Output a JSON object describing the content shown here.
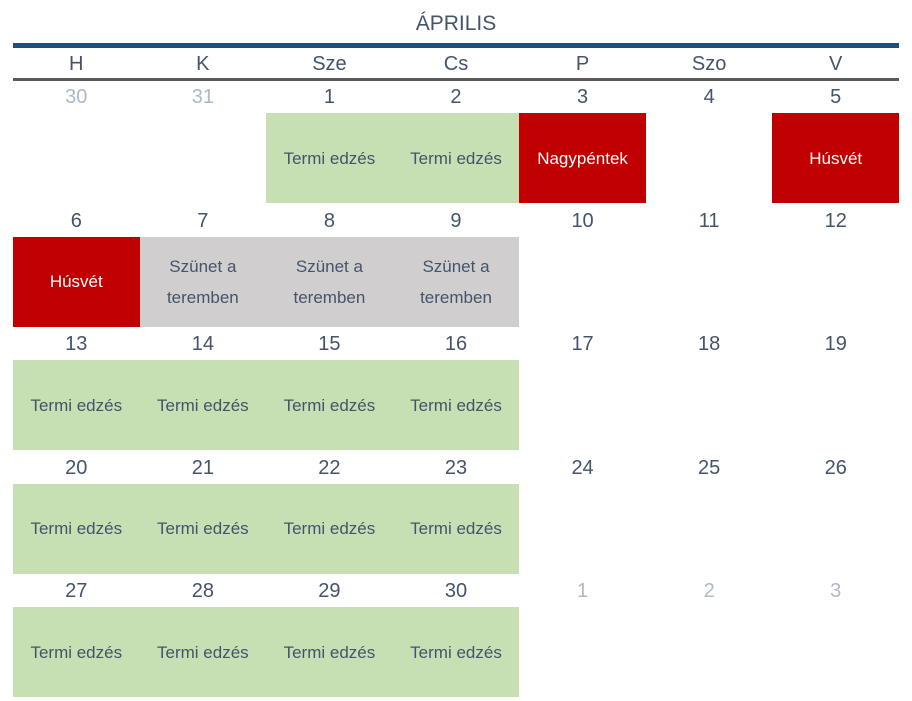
{
  "title": "ÁPRILIS",
  "weekdays": [
    "H",
    "K",
    "Sze",
    "Cs",
    "P",
    "Szo",
    "V"
  ],
  "colors": {
    "green": "#c6e0b4",
    "red": "#c00000",
    "grey": "#d0cece",
    "accent": "#1f4e79"
  },
  "weeks": [
    [
      {
        "num": "30",
        "muted": true,
        "event": "",
        "type": ""
      },
      {
        "num": "31",
        "muted": true,
        "event": "",
        "type": ""
      },
      {
        "num": "1",
        "event": "Termi edzés",
        "type": "green"
      },
      {
        "num": "2",
        "event": "Termi edzés",
        "type": "green"
      },
      {
        "num": "3",
        "event": "Nagypéntek",
        "type": "red"
      },
      {
        "num": "4",
        "event": "",
        "type": ""
      },
      {
        "num": "5",
        "event": "Húsvét",
        "type": "red"
      }
    ],
    [
      {
        "num": "6",
        "event": "Húsvét",
        "type": "red"
      },
      {
        "num": "7",
        "event": "Szünet a teremben",
        "type": "grey"
      },
      {
        "num": "8",
        "event": "Szünet a teremben",
        "type": "grey"
      },
      {
        "num": "9",
        "event": "Szünet a teremben",
        "type": "grey"
      },
      {
        "num": "10",
        "event": "",
        "type": ""
      },
      {
        "num": "11",
        "event": "",
        "type": ""
      },
      {
        "num": "12",
        "event": "",
        "type": ""
      }
    ],
    [
      {
        "num": "13",
        "event": "Termi edzés",
        "type": "green"
      },
      {
        "num": "14",
        "event": "Termi edzés",
        "type": "green"
      },
      {
        "num": "15",
        "event": "Termi edzés",
        "type": "green"
      },
      {
        "num": "16",
        "event": "Termi edzés",
        "type": "green"
      },
      {
        "num": "17",
        "event": "",
        "type": ""
      },
      {
        "num": "18",
        "event": "",
        "type": ""
      },
      {
        "num": "19",
        "event": "",
        "type": ""
      }
    ],
    [
      {
        "num": "20",
        "event": "Termi edzés",
        "type": "green"
      },
      {
        "num": "21",
        "event": "Termi edzés",
        "type": "green"
      },
      {
        "num": "22",
        "event": "Termi edzés",
        "type": "green"
      },
      {
        "num": "23",
        "event": "Termi edzés",
        "type": "green"
      },
      {
        "num": "24",
        "event": "",
        "type": ""
      },
      {
        "num": "25",
        "event": "",
        "type": ""
      },
      {
        "num": "26",
        "event": "",
        "type": ""
      }
    ],
    [
      {
        "num": "27",
        "event": "Termi edzés",
        "type": "green"
      },
      {
        "num": "28",
        "event": "Termi edzés",
        "type": "green"
      },
      {
        "num": "29",
        "event": "Termi edzés",
        "type": "green"
      },
      {
        "num": "30",
        "event": "Termi edzés",
        "type": "green"
      },
      {
        "num": "1",
        "muted": true,
        "event": "",
        "type": ""
      },
      {
        "num": "2",
        "muted": true,
        "event": "",
        "type": ""
      },
      {
        "num": "3",
        "muted": true,
        "event": "",
        "type": ""
      }
    ]
  ]
}
